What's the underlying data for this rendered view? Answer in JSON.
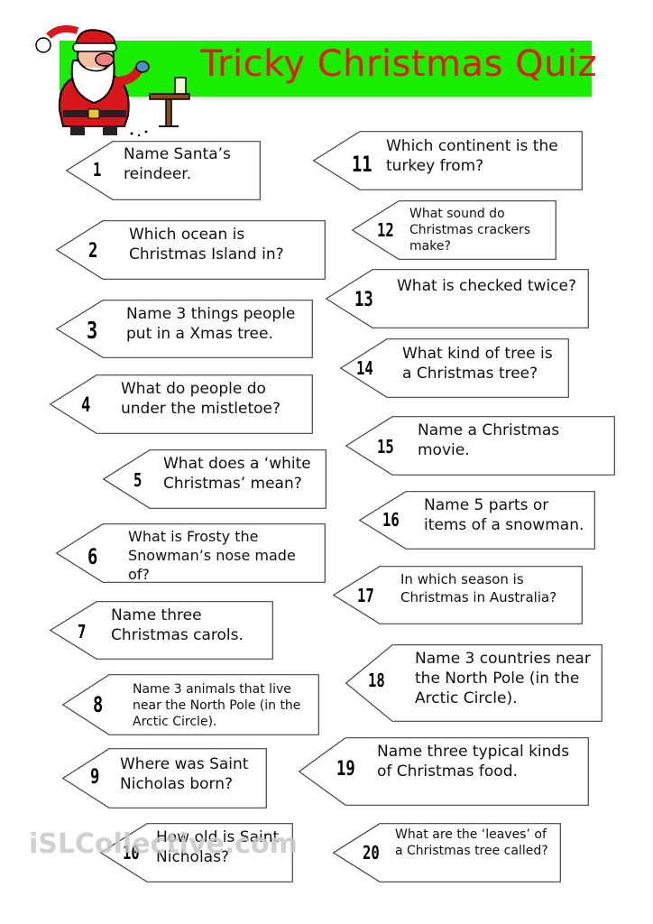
{
  "title": "Tricky Christmas Quiz",
  "watermark": "iSLCollective.com",
  "colors": {
    "title_bar": "#1aee00",
    "title_text": "#e8151b"
  },
  "questions": [
    {
      "number": "1",
      "text": "Name Santa’s reindeer."
    },
    {
      "number": "2",
      "text": "Which ocean is Christmas Island in?"
    },
    {
      "number": "3",
      "text": "Name 3 things people put in a Xmas tree."
    },
    {
      "number": "4",
      "text": "What do people do under the mistletoe?"
    },
    {
      "number": "5",
      "text": "What does a ‘white Christmas’ mean?"
    },
    {
      "number": "6",
      "text": "What is Frosty the Snowman’s nose made of?"
    },
    {
      "number": "7",
      "text": "Name three Christmas carols."
    },
    {
      "number": "8",
      "text": "Name 3 animals that live near the North Pole (in the Arctic Circle)."
    },
    {
      "number": "9",
      "text": "Where was Saint Nicholas born?"
    },
    {
      "number": "10",
      "text": "How old is Saint Nicholas?"
    },
    {
      "number": "11",
      "text": "Which continent is the turkey from?"
    },
    {
      "number": "12",
      "text": "What sound do Christmas crackers make?"
    },
    {
      "number": "13",
      "text": "What is checked twice?"
    },
    {
      "number": "14",
      "text": "What kind of tree is a Christmas tree?"
    },
    {
      "number": "15",
      "text": "Name a Christmas movie."
    },
    {
      "number": "16",
      "text": "Name 5 parts or items of a snowman."
    },
    {
      "number": "17",
      "text": "In which season is Christmas in Australia?"
    },
    {
      "number": "18",
      "text": "Name 3 countries near the North Pole (in the Arctic Circle)."
    },
    {
      "number": "19",
      "text": "Name three typical kinds of Christmas food."
    },
    {
      "number": "20",
      "text": "What are the ‘leaves’ of a Christmas tree called?"
    }
  ]
}
